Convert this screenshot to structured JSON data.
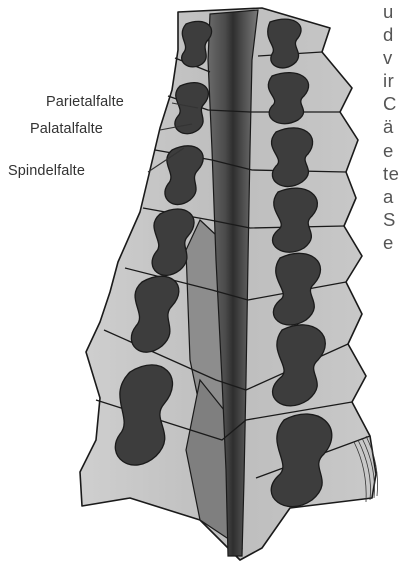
{
  "labels": {
    "parietal": "Parietalfalte",
    "palatal": "Palatalfalte",
    "spindle": "Spindelfalte"
  },
  "side_text_fragments": [
    "u",
    "d",
    "v",
    "ir",
    "C",
    "ä",
    "e",
    "te",
    "a",
    "S",
    "e"
  ],
  "colors": {
    "shell": "#c2c2c2",
    "whorl_interior": "#8d8d8d",
    "fold_lamella": "#3d3d3d",
    "outline": "#1a1a1a",
    "label_text": "#333333",
    "background": "#ffffff"
  }
}
